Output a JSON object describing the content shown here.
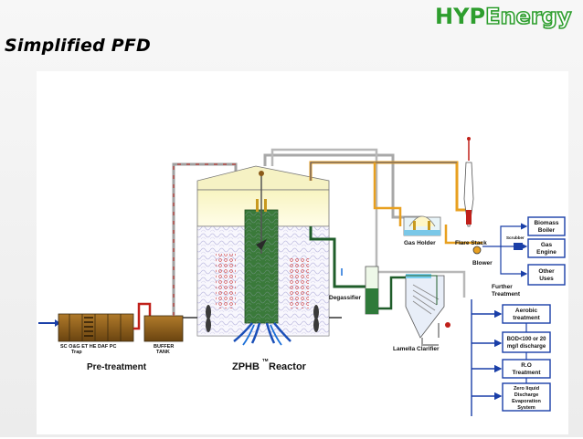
{
  "slide": {
    "title": "Simplified PFD",
    "logo": {
      "part1": "HYP",
      "part2": "Energy"
    }
  },
  "labels": {
    "pretreatment_units": "SC  O&G  ET   HE  DAF  PC",
    "trap": "Trap",
    "pretreatment": "Pre-treatment",
    "buffer_tank_1": "BUFFER",
    "buffer_tank_2": "TANK",
    "reactor_name": "ZPHB",
    "reactor_tm": "TM",
    "reactor_word": " Reactor",
    "degassifier": "Degassifier",
    "lamella": "Lamella Clarifier",
    "gas_holder": "Gas Holder",
    "flare_stack": "Flare Stack",
    "blower": "Blower",
    "scrubber": "Scrubber",
    "further_1": "Further",
    "further_2": "Treatment"
  },
  "right_boxes": {
    "biomass": [
      "Biomass",
      "Boiler"
    ],
    "gas_engine": [
      "Gas",
      "Engine"
    ],
    "other_uses": [
      "Other",
      "Uses"
    ]
  },
  "treatment_boxes": {
    "aerobic": [
      "Aerobic",
      "treatment"
    ],
    "bod": [
      "BOD<100 or 20",
      "mg/l discharge"
    ],
    "ro": [
      "R.O",
      "Treatment"
    ],
    "zld": [
      "Zero liquid",
      "Discharge",
      "Evaporation",
      "System"
    ]
  },
  "colors": {
    "pipe_red": "#c0201a",
    "pipe_gray": "#a0a0a0",
    "pipe_gas": "#e8a020",
    "pipe_green": "#1f5d2a",
    "box_blue": "#1a3fa8",
    "reactor_core": "#3a7a3a",
    "tank_brown": "#8b5a1a",
    "bubbles": "#b0aed8"
  }
}
